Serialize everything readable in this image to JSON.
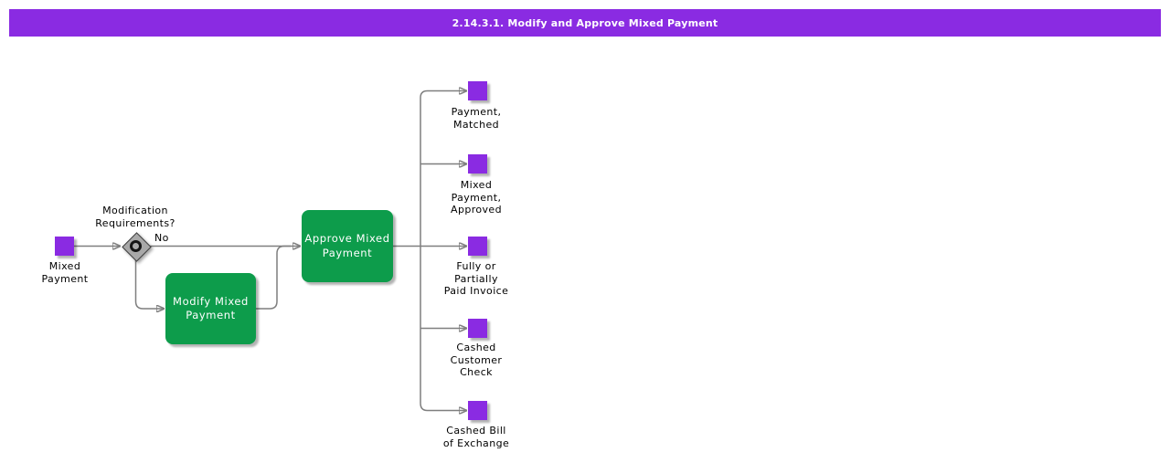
{
  "title_bar": {
    "text": "2.14.3.1. Modify and Approve Mixed Payment"
  },
  "colors": {
    "title_bg": "#8A2BE2",
    "title_fg": "#FFFFFF",
    "event_purple": "#8A2BE2",
    "activity_green": "#0D9C4B",
    "connector_gray": "#7F7F7F",
    "decision_gray": "#A8A8A8",
    "label_text": "#000000"
  },
  "diagram": {
    "start_event": {
      "label": "Mixed\nPayment"
    },
    "decision": {
      "label": "Modification\nRequirements?",
      "branch_no_label": "No"
    },
    "activity_approve": {
      "label": "Approve Mixed\nPayment"
    },
    "activity_modify": {
      "label": "Modify Mixed\nPayment"
    },
    "outputs": [
      {
        "label": "Payment,\nMatched"
      },
      {
        "label": "Mixed\nPayment,\nApproved"
      },
      {
        "label": "Fully or\nPartially\nPaid Invoice"
      },
      {
        "label": "Cashed\nCustomer\nCheck"
      },
      {
        "label": "Cashed Bill\nof Exchange"
      }
    ]
  }
}
